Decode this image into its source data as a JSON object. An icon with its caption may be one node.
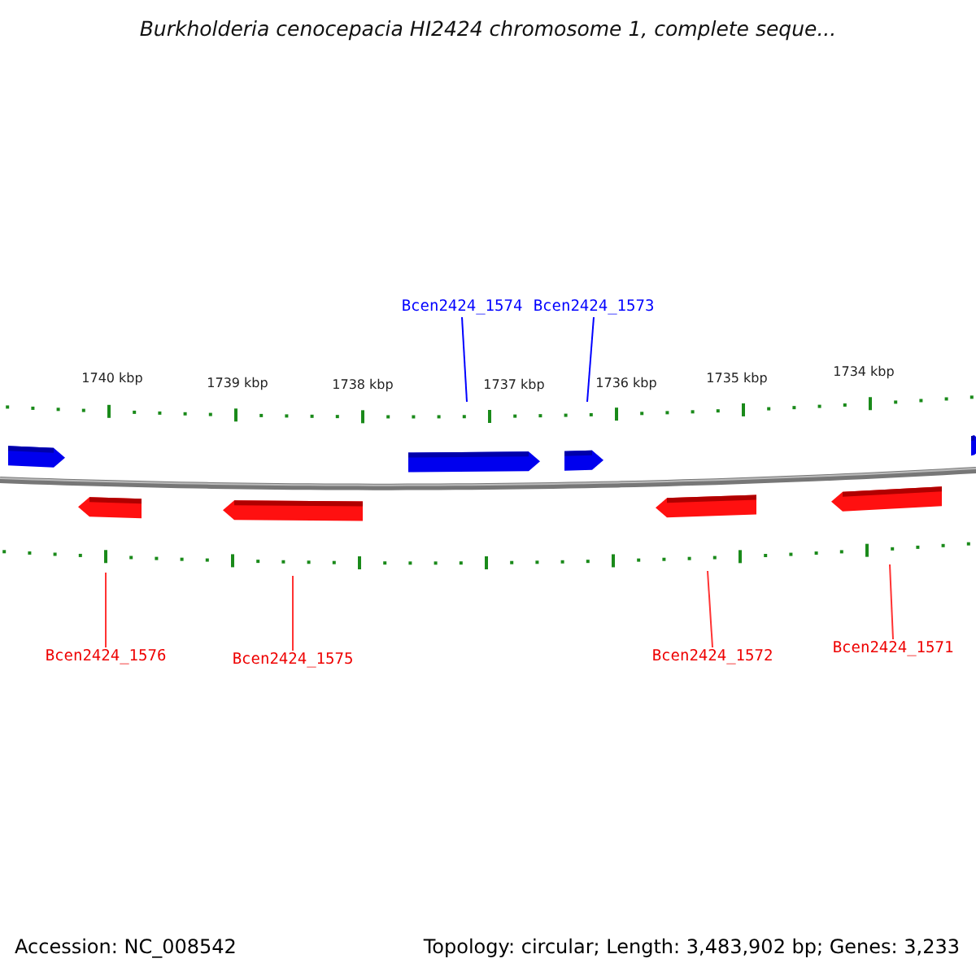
{
  "diagram": {
    "title": "Burkholderia cenocepacia HI2424 chromosome 1, complete seque...",
    "nodes": [
      {
        "text": [
          "Bcen2424_1574"
        ]
      },
      {
        "text": [
          "Bcen2424_1573"
        ]
      },
      {
        "text": [
          "Bcen2424_1576"
        ]
      },
      {
        "text": [
          "Bcen2424_1575"
        ]
      },
      {
        "text": [
          "Bcen2424_1572"
        ]
      },
      {
        "text": [
          "Bcen2424_1571"
        ]
      }
    ],
    "edges": [
      {
        "from": 0,
        "to": null,
        "arrow": "none",
        "color": "#0000ff"
      },
      {
        "from": 1,
        "to": null,
        "arrow": "none",
        "color": "#0000ff"
      },
      {
        "from": 2,
        "to": null,
        "arrow": "none"
      },
      {
        "from": 3,
        "to": null,
        "arrow": "none"
      },
      {
        "from": 4,
        "to": null,
        "arrow": "none"
      },
      {
        "from": 5,
        "to": null,
        "arrow": "none"
      }
    ],
    "labels": [
      "1740 kbp",
      "1739 kbp",
      "1738 kbp",
      "1737 kbp",
      "1736 kbp",
      "1735 kbp",
      "1734 kbp",
      "Accession: NC_008542",
      "Topology: circular; Length: 3,483,902 bp; Genes: 3,233"
    ]
  }
}
